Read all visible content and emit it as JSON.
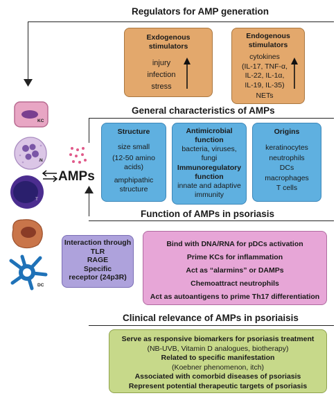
{
  "sections": {
    "regulators": "Regulators for AMP generation",
    "characteristics": "General characteristics of AMPs",
    "function": "Function of AMPs in psoriasis",
    "clinical": "Clinical relevance of AMPs in psoriaisis"
  },
  "exogenous": {
    "title": [
      "Exdogenous",
      "stimulators"
    ],
    "items": [
      "injury",
      "infection",
      "stress"
    ]
  },
  "endogenous": {
    "title": [
      "Endogenous",
      "stimulators"
    ],
    "items": [
      "cytokines",
      "(IL-17, TNF-α,",
      "IL-22, IL-1α,",
      "IL-19, IL-35)",
      "NETs"
    ]
  },
  "structure": {
    "title": "Structure",
    "items": [
      "size small",
      "(12-50 amino",
      "acids)",
      "amphipathic",
      "structure"
    ]
  },
  "antimicrobial": {
    "title": [
      "Antimicrobial",
      "function"
    ],
    "items": [
      "bacteria, viruses,",
      "fungi"
    ],
    "title2": [
      "Immunoregulatory",
      "function"
    ],
    "items2": [
      "innate and adaptive",
      "immunity"
    ]
  },
  "origins": {
    "title": "Origins",
    "items": [
      "keratinocytes",
      "neutrophils",
      "DCs",
      "macrophages",
      "T cells"
    ]
  },
  "center_label": "AMPs",
  "cells": {
    "kc": "KC",
    "n": "N",
    "t": "T",
    "dc": "DC"
  },
  "interaction": {
    "lines": [
      "Interaction through",
      "TLR",
      "RAGE",
      "Specific",
      "receptor (24p3R)"
    ]
  },
  "functions": [
    "Bind with DNA/RNA for pDCs activation",
    "Prime KCs for inflammation",
    "Act as “alarmins” or DAMPs",
    "Chemoattract neutrophils",
    "Act as autoantigens to prime Th17 differentiation"
  ],
  "clinical_items": [
    {
      "text": "Serve as responsive biomarkers for psoriasis treatment",
      "bold": true
    },
    {
      "text": "(NB-UVB, Vitamin D analogues, biotherapy)",
      "bold": false
    },
    {
      "text": "Related to specific manifestation",
      "bold": true
    },
    {
      "text": "(Koebner phenomenon, itch)",
      "bold": false
    },
    {
      "text": "Associated with comorbid diseases of psoriasis",
      "bold": true
    },
    {
      "text": "Represent potential therapeutic targets of psoriasis",
      "bold": true
    }
  ]
}
